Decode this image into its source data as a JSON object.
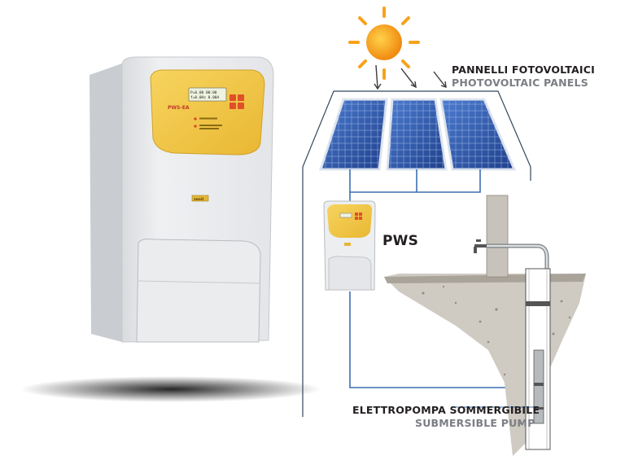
{
  "labels": {
    "panels_it": "PANNELLI FOTOVOLTAICI",
    "panels_en": "PHOTOVOLTAIC PANELS",
    "controller": "PWS",
    "pump_it": "ELETTROPOMPA SOMMERGIBILE",
    "pump_en": "SUBMERSIBLE PUMP"
  },
  "device_screen": {
    "line1": "P=0.00  00:00",
    "line2": "f=0.0Hz  0.00A"
  },
  "device_model": "PWS-EA",
  "device_brand": "zenit",
  "colors": {
    "wire": "#3b6fb0",
    "panel": "#2f56a8",
    "device_face": "#f2c94c",
    "sun": "#f7a21b",
    "ground": "#c9c4bb"
  }
}
